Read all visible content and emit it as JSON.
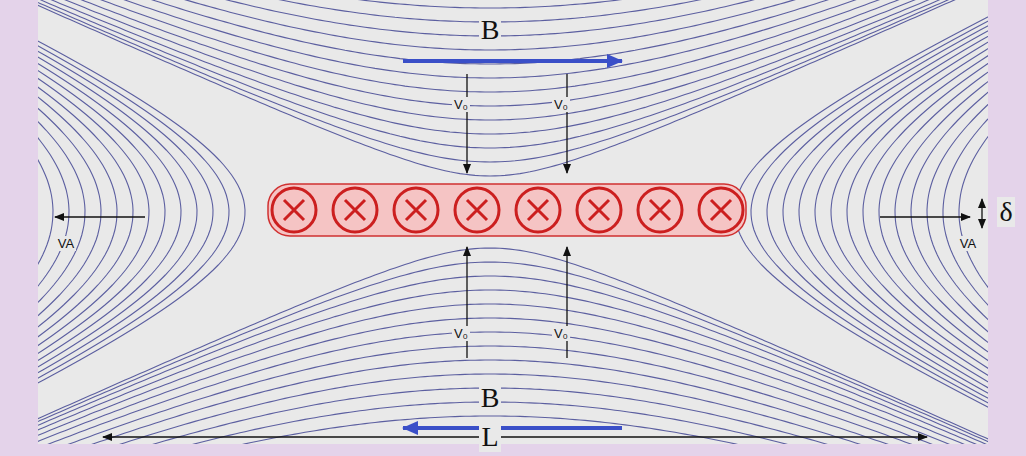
{
  "diagram": {
    "labels": [
      "B",
      "V₀",
      "V₀",
      "VA",
      "VA",
      "δ",
      "V₀",
      "V₀",
      "B",
      "L"
    ]
  }
}
